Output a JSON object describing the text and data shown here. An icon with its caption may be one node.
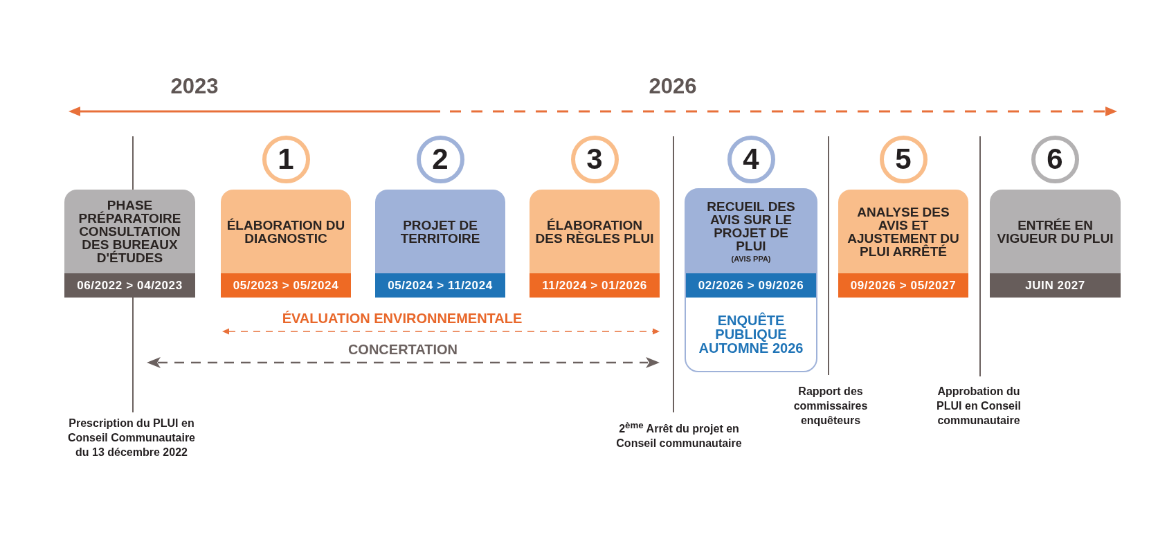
{
  "diagram": {
    "nodes": [
      {
        "text": [
          "PHASE PRÉPARATOIRE CONSULTATION DES BUREAUX D'ÉTUDES",
          "06/2022 > 04/2023"
        ]
      },
      {
        "text": [
          "1"
        ]
      },
      {
        "text": [
          "ÉLABORATION DU DIAGNOSTIC",
          "05/2023 > 05/2024"
        ]
      },
      {
        "text": [
          "2"
        ]
      },
      {
        "text": [
          "PROJET DE TERRITOIRE",
          "05/2024 > 11/2024"
        ]
      },
      {
        "text": [
          "3"
        ]
      },
      {
        "text": [
          "ÉLABORATION DES RÈGLES PLUI",
          "11/2024 > 01/2026"
        ]
      },
      {
        "text": [
          "4"
        ]
      },
      {
        "text": [
          "RECUEIL DES AVIS SUR LE PROJET DE PLUI",
          "(AVIS PPA)",
          "02/2026 > 09/2026",
          "ENQUÊTE PUBLIQUE AUTOMNE 2026"
        ]
      },
      {
        "text": [
          "5"
        ]
      },
      {
        "text": [
          "ANALYSE DES AVIS ET AJUSTEMENT DU PLUI ARRÊTÉ",
          "09/2026 > 05/2027"
        ]
      },
      {
        "text": [
          "6"
        ]
      },
      {
        "text": [
          "ENTRÉE EN VIGUEUR DU PLUI",
          "JUIN 2027"
        ]
      }
    ],
    "labels": [
      "2023",
      "2026",
      "ÉVALUATION ENVIRONNEMENTALE",
      "CONCERTATION",
      "Prescription du PLUI en Conseil Communautaire du 13 décembre 2022",
      "2$^{ème}$ Arrêt du projet en Conseil communautaire",
      "Rapport des commissaires enquêteurs",
      "Approbation du PLUI en Conseil communautaire"
    ]
  }
}
